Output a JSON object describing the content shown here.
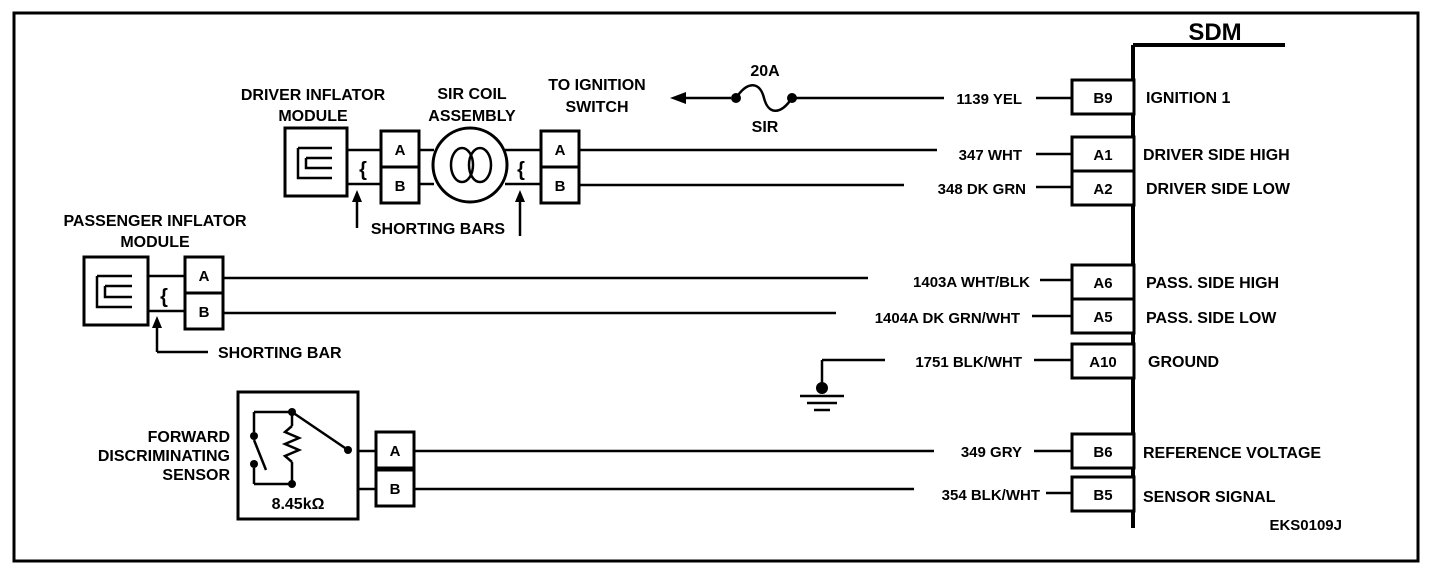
{
  "sdm_title": "SDM",
  "diagram_id": "EKS0109J",
  "sdm_pins": [
    {
      "pin": "B9",
      "wire": "1139 YEL",
      "function": "IGNITION 1"
    },
    {
      "pin": "A1",
      "wire": "347 WHT",
      "function": "DRIVER SIDE HIGH"
    },
    {
      "pin": "A2",
      "wire": "348 DK GRN",
      "function": "DRIVER SIDE LOW"
    },
    {
      "pin": "A6",
      "wire": "1403A WHT/BLK",
      "function": "PASS. SIDE HIGH"
    },
    {
      "pin": "A5",
      "wire": "1404A DK GRN/WHT",
      "function": "PASS. SIDE LOW"
    },
    {
      "pin": "A10",
      "wire": "1751 BLK/WHT",
      "function": "GROUND"
    },
    {
      "pin": "B6",
      "wire": "349 GRY",
      "function": "REFERENCE VOLTAGE"
    },
    {
      "pin": "B5",
      "wire": "354 BLK/WHT",
      "function": "SENSOR SIGNAL"
    }
  ],
  "fuse": {
    "rating": "20A",
    "name": "SIR"
  },
  "ignition_label": [
    "TO IGNITION",
    "SWITCH"
  ],
  "driver_module_label": [
    "DRIVER INFLATOR",
    "MODULE"
  ],
  "coil_label": [
    "SIR COIL",
    "ASSEMBLY"
  ],
  "passenger_module_label": [
    "PASSENGER INFLATOR",
    "MODULE"
  ],
  "sensor_label": [
    "FORWARD",
    "DISCRIMINATING",
    "SENSOR"
  ],
  "sensor_resistance": "8.45kΩ",
  "shorting_bars_label": "SHORTING BARS",
  "shorting_bar_label": "SHORTING BAR",
  "connector_pins": {
    "a": "A",
    "b": "B"
  },
  "brace": "{"
}
